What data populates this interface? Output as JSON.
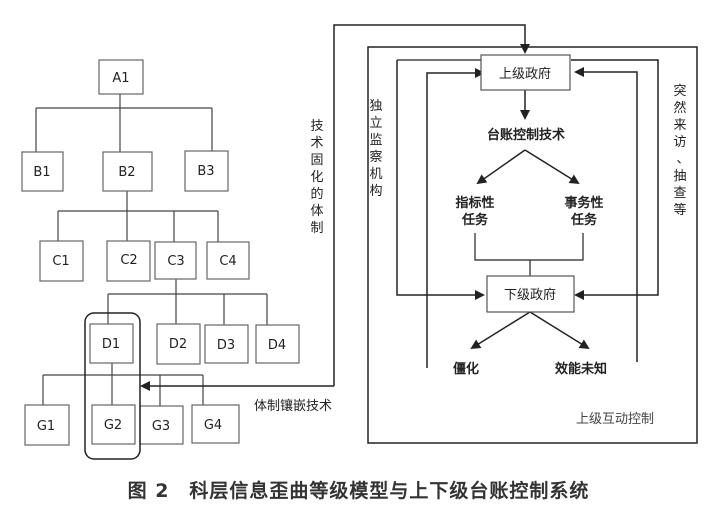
{
  "diagram": {
    "hierarchy": {
      "level_a": [
        "A1"
      ],
      "level_b": [
        "B1",
        "B2",
        "B3"
      ],
      "level_c": [
        "C1",
        "C2",
        "C3",
        "C4"
      ],
      "level_d": [
        "D1",
        "D2",
        "D3",
        "D4"
      ],
      "level_g": [
        "G1",
        "G2",
        "G3",
        "G4"
      ],
      "highlight_group": [
        "D1",
        "G2"
      ]
    },
    "side_labels": {
      "tech_solidified_system": "技术固化的体制",
      "independent_supervision": "独立监察机构",
      "surprise_visits": "突然来访、抽查等",
      "system_embedding_tech": "体制镶嵌技术",
      "upper_interaction_control": "上级互动控制"
    },
    "flow": {
      "upper_gov": "上级政府",
      "ledger_control": "台账控制技术",
      "indicator_task_1": "指标性",
      "indicator_task_2": "任务",
      "affairs_task_1": "事务性",
      "affairs_task_2": "任务",
      "lower_gov": "下级政府",
      "rigidity": "僵化",
      "efficiency_unknown": "效能未知"
    },
    "vertical_chars": {
      "tech_solidified_system": [
        "技",
        "术",
        "固",
        "化",
        "的",
        "体",
        "制"
      ],
      "independent_supervision": [
        "独",
        "立",
        "监",
        "察",
        "机",
        "构"
      ],
      "surprise_visits": [
        "突",
        "然",
        "来",
        "访",
        "、",
        "抽",
        "查",
        "等"
      ]
    }
  },
  "caption": "图 2　科层信息歪曲等级模型与上下级台账控制系统"
}
